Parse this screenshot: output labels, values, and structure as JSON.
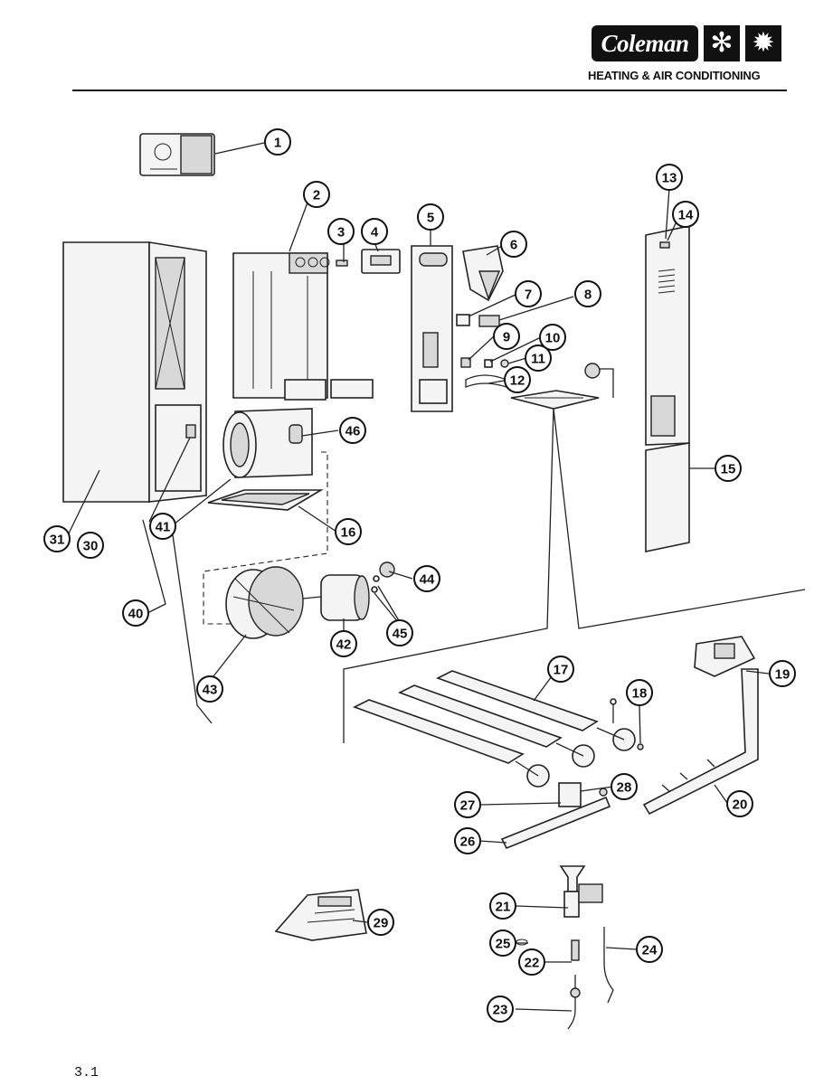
{
  "header": {
    "brand": "Coleman",
    "tagline": "HEATING & AIR CONDITIONING",
    "snow_icon": "snowflake-icon",
    "sun_icon": "sun-icon"
  },
  "page_number": "3.1",
  "callouts": [
    "1",
    "2",
    "3",
    "4",
    "5",
    "6",
    "7",
    "8",
    "9",
    "10",
    "11",
    "12",
    "13",
    "14",
    "15",
    "16",
    "17",
    "18",
    "19",
    "20",
    "21",
    "22",
    "23",
    "24",
    "25",
    "26",
    "27",
    "28",
    "29",
    "30",
    "31",
    "40",
    "41",
    "42",
    "43",
    "44",
    "45",
    "46"
  ]
}
